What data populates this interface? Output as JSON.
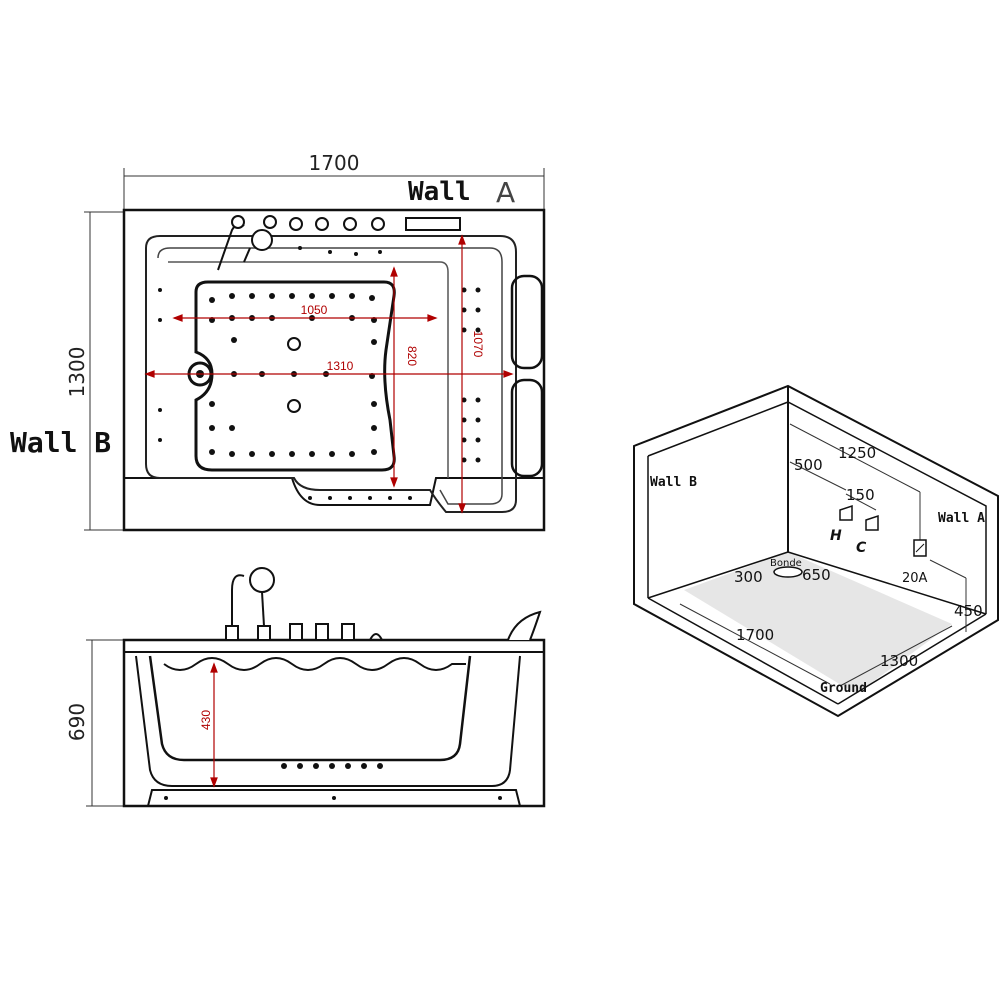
{
  "top_view": {
    "width_dim": "1700",
    "depth_dim": "1300",
    "wall_a": "Wall",
    "wall_a_letter": "A",
    "wall_b": "Wall B",
    "inner_1050": "1050",
    "inner_820": "820",
    "inner_1310": "1310",
    "inner_1070": "1070"
  },
  "side_view": {
    "height_dim": "690",
    "water_dim": "430"
  },
  "room": {
    "wall_b": "Wall B",
    "wall_a": "Wall A",
    "dim_1250": "1250",
    "dim_500": "500",
    "dim_150": "150",
    "label_h": "H",
    "label_c": "C",
    "bonde": "Bonde",
    "dim_300": "300",
    "dim_650": "650",
    "socket": "20A",
    "dim_450": "450",
    "dim_1700": "1700",
    "dim_1300": "1300",
    "ground": "Ground"
  },
  "colors": {
    "line": "#111111",
    "dimension_red": "#b00000"
  }
}
